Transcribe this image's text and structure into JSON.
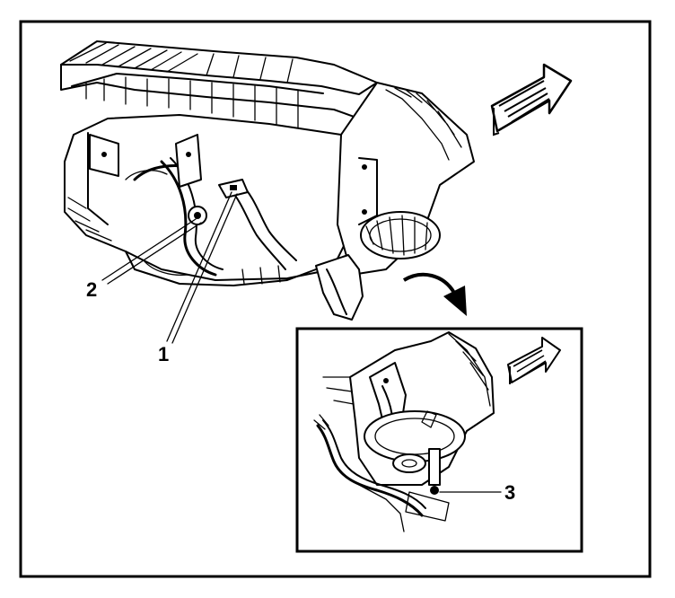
{
  "diagram": {
    "callouts": [
      {
        "id": "1",
        "label": "1"
      },
      {
        "id": "2",
        "label": "2"
      },
      {
        "id": "3",
        "label": "3"
      }
    ],
    "colors": {
      "line": "#000000",
      "background": "#ffffff"
    },
    "icons": [
      "direction-arrow-icon",
      "curved-pointer-arrow-icon"
    ]
  }
}
